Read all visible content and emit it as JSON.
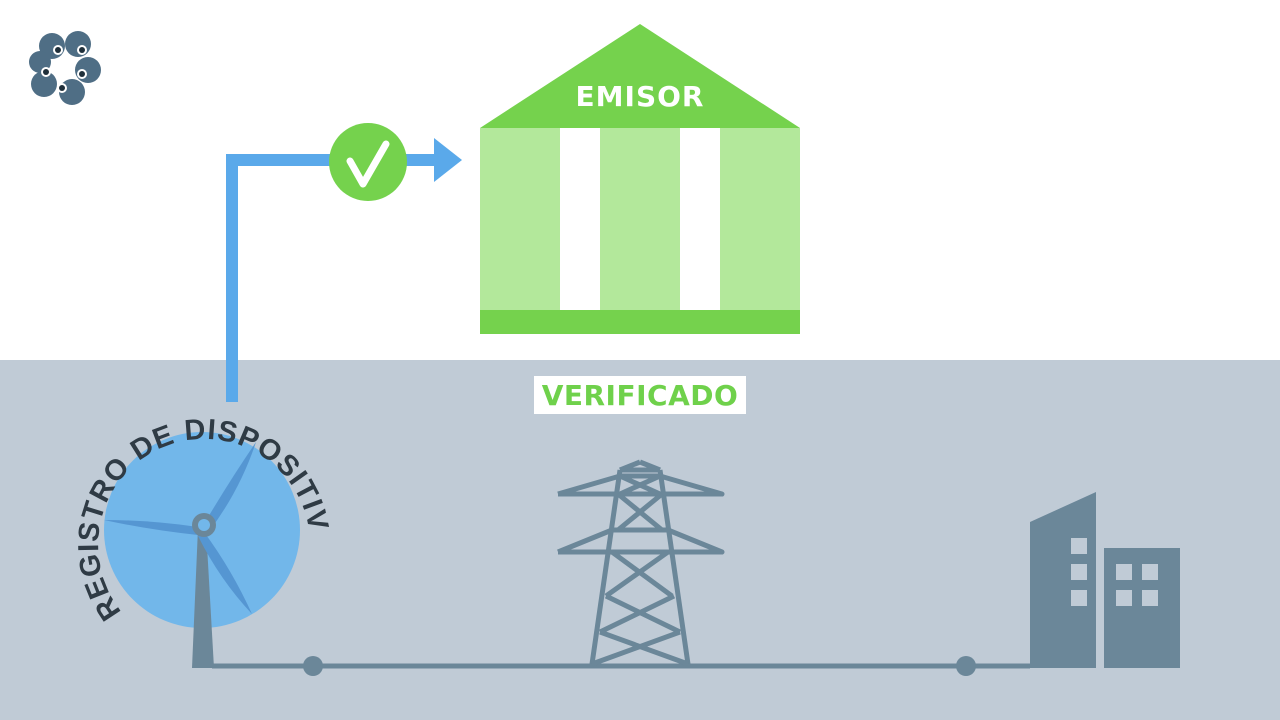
{
  "labels": {
    "emisor": "EMISOR",
    "verificado": "VERIFICADO",
    "registro": "REGISTRO DE DISPOSITIVOS"
  },
  "colors": {
    "ground": "#c0cbd6",
    "arrow": "#5aa9ea",
    "green": "#75d24d",
    "light_green": "#b3e89b",
    "slate": "#6b8799",
    "turbine_blue": "#72b7ea",
    "logo": "#4f6e85"
  },
  "icons": {
    "check": "check-icon",
    "logo": "logo-icon"
  }
}
